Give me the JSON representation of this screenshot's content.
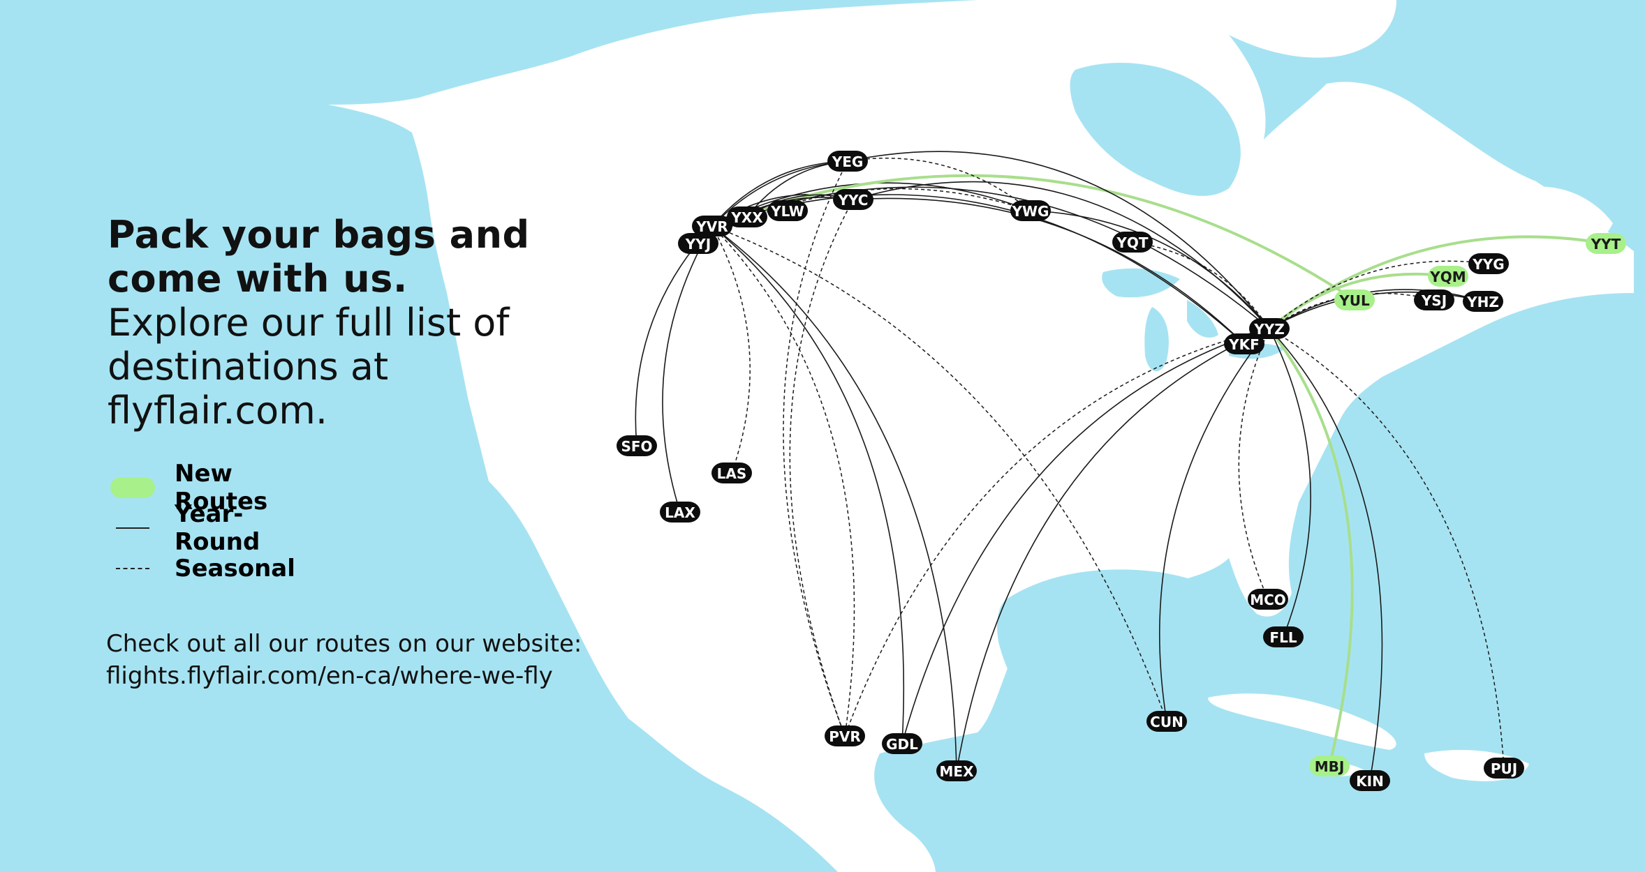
{
  "headline": "Pack your bags and come with us.",
  "subheadline": "Explore our full list of destinations at flyflair.com.",
  "legend": {
    "new_routes": "New Routes",
    "year_round": "Year-Round",
    "seasonal": "Seasonal"
  },
  "cta": {
    "line1": "Check out all our routes on our website:",
    "line2": "flights.flyflair.com/en-ca/where-we-fly"
  },
  "colors": {
    "ocean": "#a6e3f2",
    "land": "#ffffff",
    "new_route": "#a8de8c",
    "new_route_badge": "#a8f08a",
    "airport_badge": "#0d0d0d"
  },
  "airports": [
    {
      "code": "YEG",
      "type": "existing"
    },
    {
      "code": "YYC",
      "type": "existing"
    },
    {
      "code": "YLW",
      "type": "existing"
    },
    {
      "code": "YXX",
      "type": "existing"
    },
    {
      "code": "YVR",
      "type": "existing"
    },
    {
      "code": "YYJ",
      "type": "existing"
    },
    {
      "code": "YWG",
      "type": "existing"
    },
    {
      "code": "YQT",
      "type": "existing"
    },
    {
      "code": "YYZ",
      "type": "existing"
    },
    {
      "code": "YKF",
      "type": "existing"
    },
    {
      "code": "YUL",
      "type": "new"
    },
    {
      "code": "YQM",
      "type": "new"
    },
    {
      "code": "YYG",
      "type": "existing"
    },
    {
      "code": "YSJ",
      "type": "existing"
    },
    {
      "code": "YHZ",
      "type": "existing"
    },
    {
      "code": "YYT",
      "type": "new"
    },
    {
      "code": "SFO",
      "type": "existing"
    },
    {
      "code": "LAS",
      "type": "existing"
    },
    {
      "code": "LAX",
      "type": "existing"
    },
    {
      "code": "MCO",
      "type": "existing"
    },
    {
      "code": "FLL",
      "type": "existing"
    },
    {
      "code": "CUN",
      "type": "existing"
    },
    {
      "code": "PVR",
      "type": "existing"
    },
    {
      "code": "GDL",
      "type": "existing"
    },
    {
      "code": "MEX",
      "type": "existing"
    },
    {
      "code": "MBJ",
      "type": "new"
    },
    {
      "code": "KIN",
      "type": "existing"
    },
    {
      "code": "PUJ",
      "type": "existing"
    }
  ],
  "routes": [
    {
      "from": "YVR",
      "to": "YEG",
      "kind": "year-round"
    },
    {
      "from": "YVR",
      "to": "YYC",
      "kind": "year-round"
    },
    {
      "from": "YVR",
      "to": "YLW",
      "kind": "year-round"
    },
    {
      "from": "YVR",
      "to": "YWG",
      "kind": "year-round"
    },
    {
      "from": "YVR",
      "to": "YYZ",
      "kind": "year-round"
    },
    {
      "from": "YVR",
      "to": "YKF",
      "kind": "year-round"
    },
    {
      "from": "YVR",
      "to": "YUL",
      "kind": "new"
    },
    {
      "from": "YVR",
      "to": "PVR",
      "kind": "seasonal"
    },
    {
      "from": "YVR",
      "to": "GDL",
      "kind": "year-round"
    },
    {
      "from": "YVR",
      "to": "MEX",
      "kind": "year-round"
    },
    {
      "from": "YVR",
      "to": "CUN",
      "kind": "seasonal"
    },
    {
      "from": "YVR",
      "to": "SFO",
      "kind": "year-round"
    },
    {
      "from": "YVR",
      "to": "LAX",
      "kind": "year-round"
    },
    {
      "from": "YVR",
      "to": "LAS",
      "kind": "seasonal"
    },
    {
      "from": "YYJ",
      "to": "YEG",
      "kind": "year-round"
    },
    {
      "from": "YYJ",
      "to": "YYC",
      "kind": "year-round"
    },
    {
      "from": "YYJ",
      "to": "YWG",
      "kind": "seasonal"
    },
    {
      "from": "YXX",
      "to": "YEG",
      "kind": "year-round"
    },
    {
      "from": "YXX",
      "to": "YYC",
      "kind": "year-round"
    },
    {
      "from": "YEG",
      "to": "YYZ",
      "kind": "year-round"
    },
    {
      "from": "YEG",
      "to": "YWG",
      "kind": "seasonal"
    },
    {
      "from": "YEG",
      "to": "PVR",
      "kind": "seasonal"
    },
    {
      "from": "YYC",
      "to": "YYZ",
      "kind": "year-round"
    },
    {
      "from": "YYC",
      "to": "YKF",
      "kind": "year-round"
    },
    {
      "from": "YYC",
      "to": "PVR",
      "kind": "seasonal"
    },
    {
      "from": "YWG",
      "to": "YYZ",
      "kind": "year-round"
    },
    {
      "from": "YQT",
      "to": "YYZ",
      "kind": "seasonal"
    },
    {
      "from": "YYZ",
      "to": "YYT",
      "kind": "new"
    },
    {
      "from": "YYZ",
      "to": "YQM",
      "kind": "new"
    },
    {
      "from": "YYZ",
      "to": "YYG",
      "kind": "seasonal"
    },
    {
      "from": "YYZ",
      "to": "YHZ",
      "kind": "year-round"
    },
    {
      "from": "YYZ",
      "to": "YSJ",
      "kind": "seasonal"
    },
    {
      "from": "YKF",
      "to": "YHZ",
      "kind": "year-round"
    },
    {
      "from": "YYZ",
      "to": "MCO",
      "kind": "seasonal"
    },
    {
      "from": "YYZ",
      "to": "FLL",
      "kind": "year-round"
    },
    {
      "from": "YYZ",
      "to": "CUN",
      "kind": "year-round"
    },
    {
      "from": "YYZ",
      "to": "PVR",
      "kind": "seasonal"
    },
    {
      "from": "YYZ",
      "to": "GDL",
      "kind": "year-round"
    },
    {
      "from": "YYZ",
      "to": "MEX",
      "kind": "year-round"
    },
    {
      "from": "YYZ",
      "to": "MBJ",
      "kind": "new"
    },
    {
      "from": "YYZ",
      "to": "KIN",
      "kind": "year-round"
    },
    {
      "from": "YYZ",
      "to": "PUJ",
      "kind": "seasonal"
    }
  ]
}
